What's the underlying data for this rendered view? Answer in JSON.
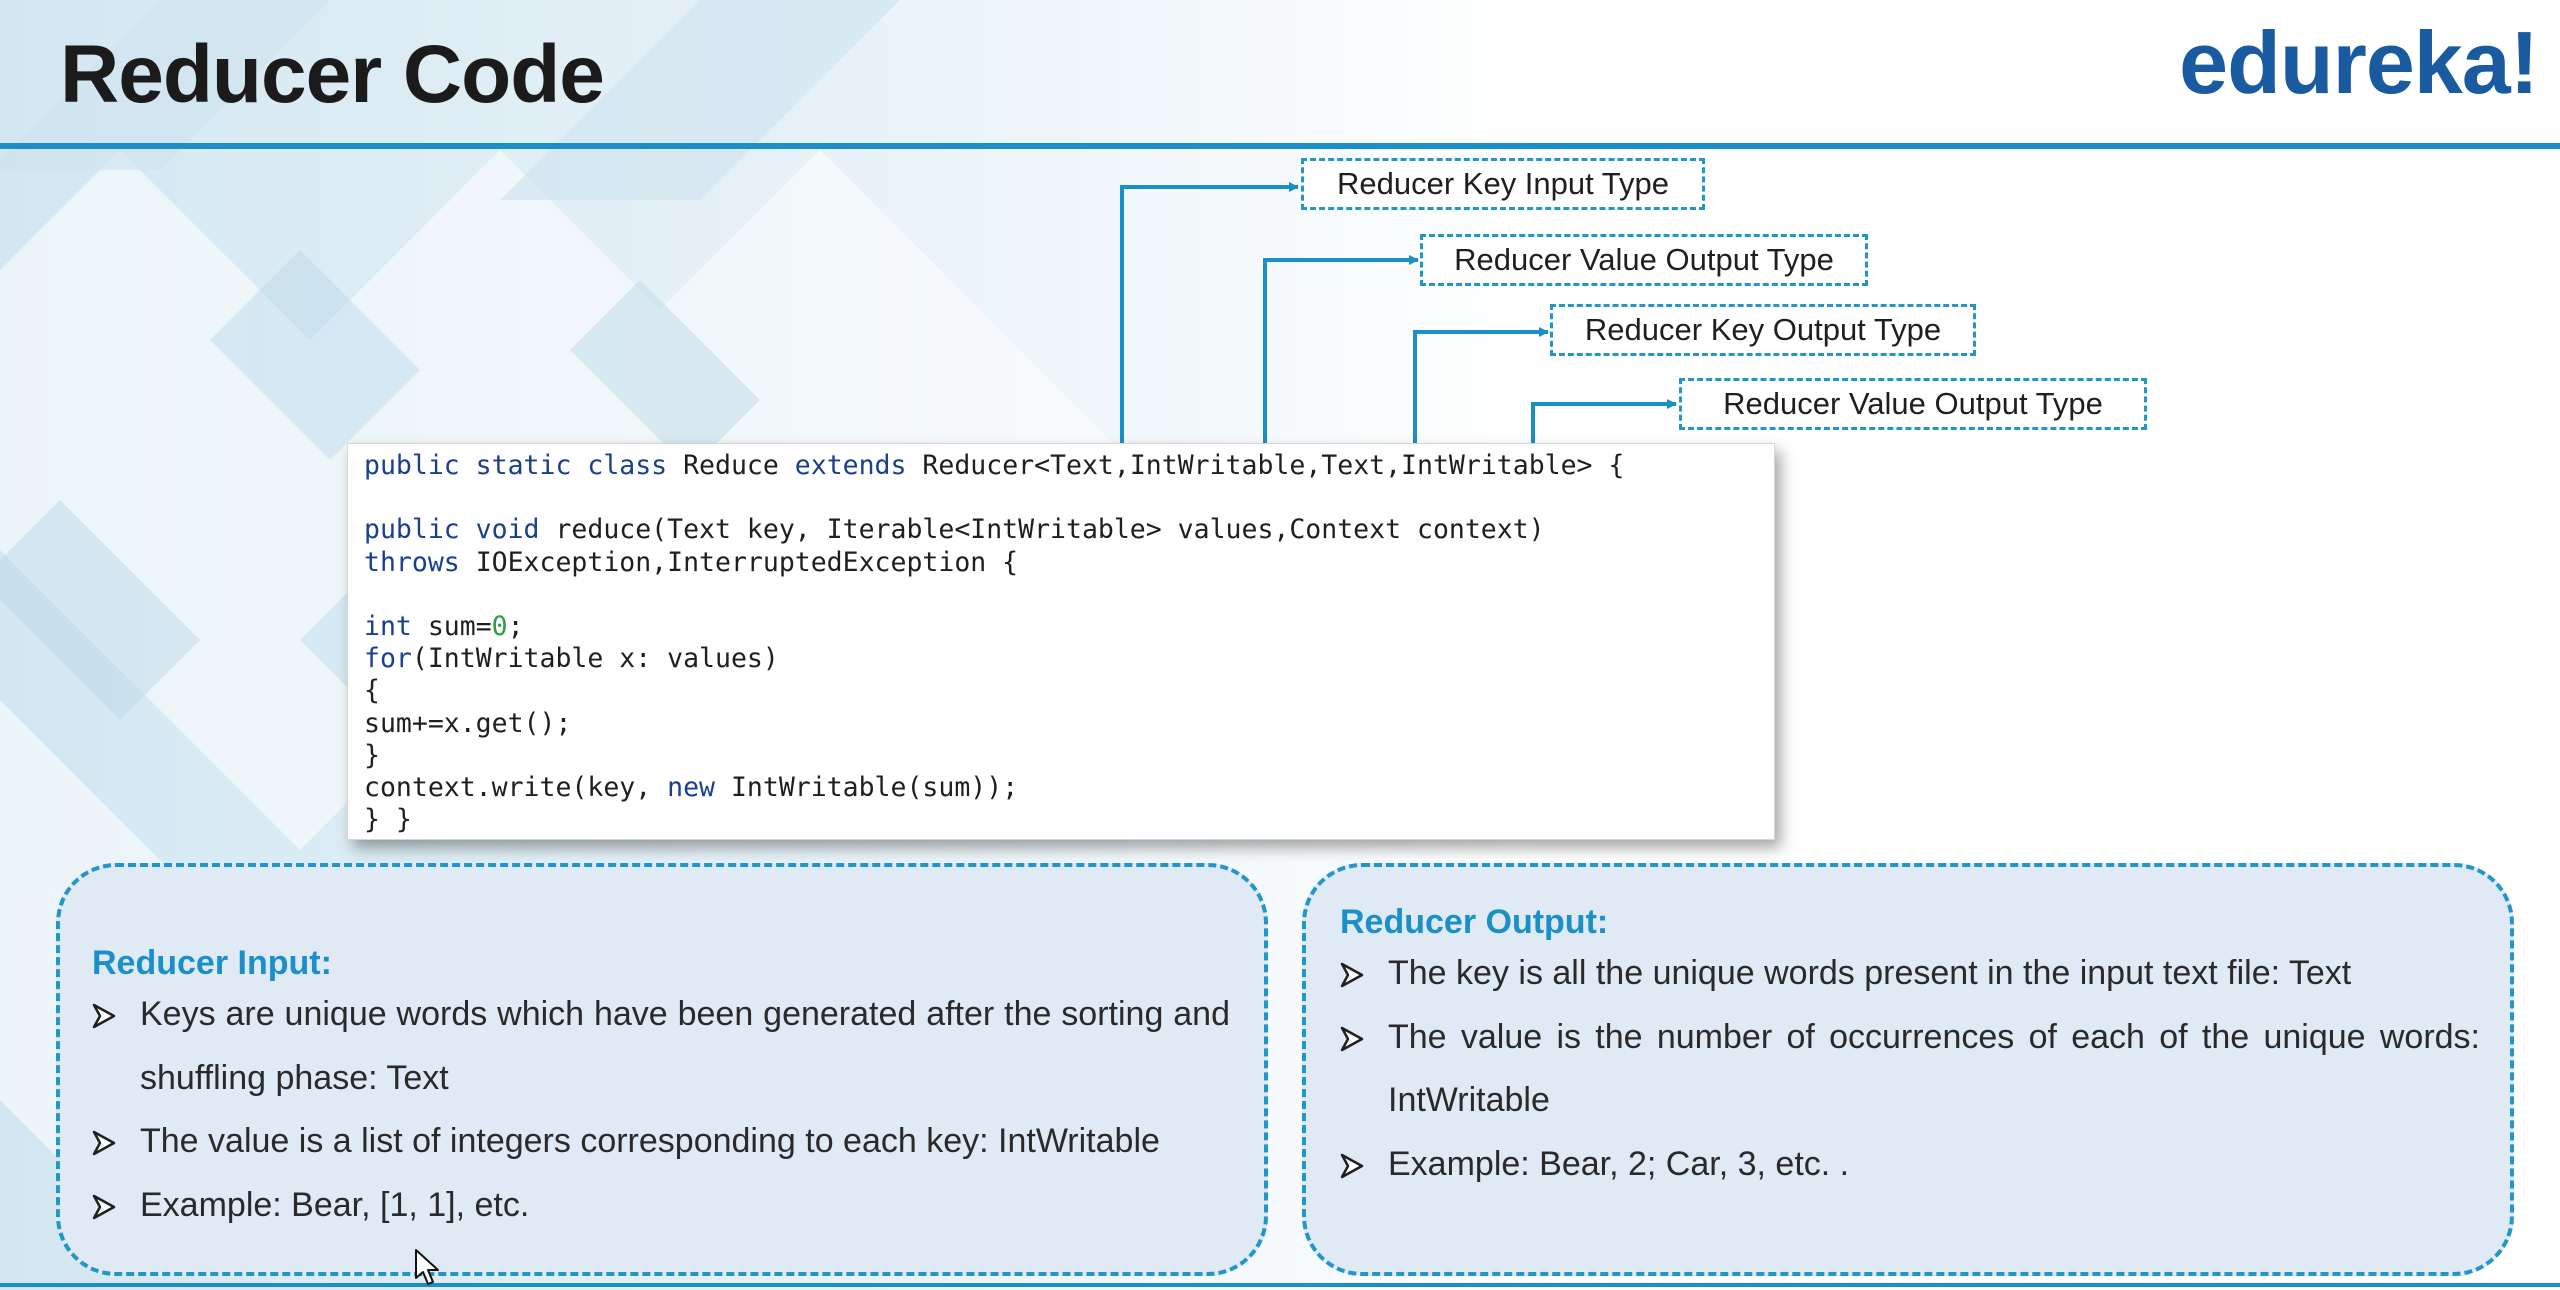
{
  "slide": {
    "title": "Reducer Code",
    "logo": "edureka!"
  },
  "type_labels": [
    "Reducer Key Input Type",
    "Reducer Value Output Type",
    "Reducer Key Output Type",
    "Reducer Value Output Type"
  ],
  "code": {
    "line1_kw": "public static class",
    "line1_mid": " Reduce ",
    "line1_kw2": "extends",
    "line1_rest": " Reducer<Text,IntWritable,Text,IntWritable> {",
    "line2": "",
    "line3_kw": "public void",
    "line3_rest": " reduce(Text key, Iterable<IntWritable> values,Context context)",
    "line4_kw": "throws",
    "line4_rest": " IOException,InterruptedException {",
    "line5": "",
    "line6_kw": "int",
    "line6_mid": " sum=",
    "line6_num": "0",
    "line6_rest": ";",
    "line7_kw": "for",
    "line7_rest": "(IntWritable x: values)",
    "line8": "{",
    "line9": "sum+=x.get();",
    "line10": "}",
    "line11_pre": "context.write(key, ",
    "line11_kw": "new",
    "line11_rest": " IntWritable(sum));",
    "line12": "} }"
  },
  "reducer_input": {
    "title": "Reducer Input:",
    "items": [
      "Keys are unique words which have been generated after the sorting and shuffling phase: Text",
      "The value is a list of integers corresponding to each key: IntWritable",
      "Example: Bear, [1, 1], etc."
    ]
  },
  "reducer_output": {
    "title": "Reducer Output:",
    "items": [
      "The key is all the unique words present in the input text file: Text",
      "The value is the number of occurrences of each of the unique words: IntWritable",
      "Example: Bear, 2; Car, 3, etc. ."
    ]
  },
  "colors": {
    "accent": "#1b8fc8",
    "logo": "#1a5aa0",
    "keyword": "#1a3f8f",
    "number": "#2e9e3f",
    "panel_fill": "#dfeaf4"
  }
}
